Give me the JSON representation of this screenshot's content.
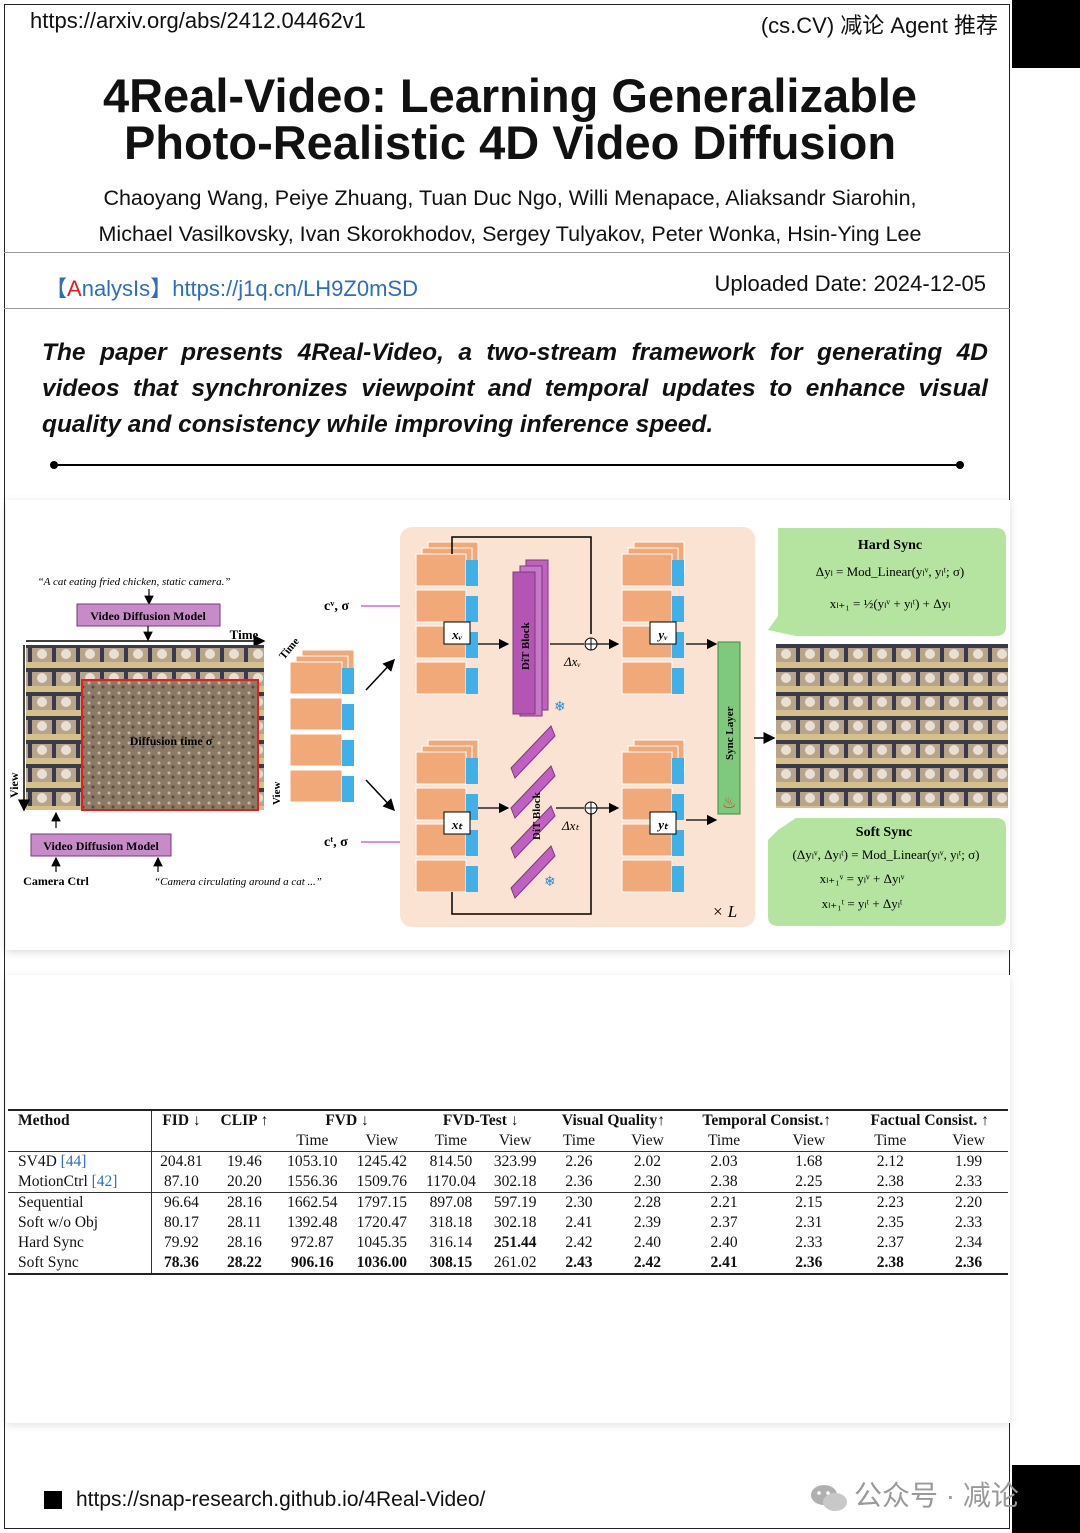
{
  "header": {
    "url": "https://arxiv.org/abs/2412.04462v1",
    "category": "(cs.CV) 减论 Agent 推荐"
  },
  "title_line1": "4Real-Video: Learning Generalizable",
  "title_line2": "Photo-Realistic 4D Video Diffusion",
  "authors_line1": "Chaoyang Wang, Peiye Zhuang, Tuan Duc Ngo, Willi Menapace, Aliaksandr Siarohin,",
  "authors_line2": "Michael Vasilkovsky, Ivan Skorokhodov, Sergey Tulyakov, Peter Wonka, Hsin-Ying Lee",
  "analysis": {
    "open": "【",
    "a": "A",
    "rest": "nalysIs",
    "close": "】",
    "link": "https://j1q.cn/LH9Z0mSD"
  },
  "uploaded": "Uploaded Date: 2024-12-05",
  "summary": "The paper presents 4Real-Video, a two-stream framework for generating 4D videos that synchronizes viewpoint and temporal updates to enhance visual quality and consistency while improving inference speed.",
  "figure": {
    "prompt_top": "“A cat eating fried chicken, static camera.”",
    "vdm_top": "Video Diffusion Model",
    "time": "Time",
    "diffusion_time": "Diffusion time σ",
    "view": "View",
    "vdm_bottom": "Video Diffusion Model",
    "camera_ctrl": "Camera Ctrl",
    "prompt_bottom": "“Camera circulating around a cat ...”",
    "cv_sigma": "cᵛ, σ",
    "ct_sigma": "cᵗ, σ",
    "dit_block": "DiT Block",
    "sync_layer": "Sync Layer",
    "x_v": "xᵥ",
    "x_t": "xₜ",
    "times_L": "× L",
    "hard_sync_title": "Hard Sync",
    "hard_sync_eq1": "Δyₗ = Mod_Linear(yₗᵛ, yₗᵗ; σ)",
    "hard_sync_eq2": "xₗ₊₁ = ½(yₗᵛ + yₗᵗ) + Δyₗ",
    "soft_sync_title": "Soft Sync",
    "soft_sync_eq1": "(Δyₗᵛ, Δyₗᵗ) = Mod_Linear(yₗᵛ, yₗᵗ; σ)",
    "soft_sync_eq2": "xₗ₊₁ᵛ = yₗᵛ + Δyₗᵛ",
    "soft_sync_eq3": "xₗ₊₁ᵗ = yₗᵗ + Δyₗᵗ"
  },
  "table": {
    "headers": [
      "Method",
      "FID ↓",
      "CLIP ↑",
      "FVD ↓",
      "FVD-Test ↓",
      "Visual Quality↑",
      "Temporal Consist.↑",
      "Factual Consist. ↑"
    ],
    "sub": [
      "Time",
      "View",
      "Time",
      "View",
      "Time",
      "View",
      "Time",
      "View",
      "Time",
      "View"
    ],
    "rows": [
      {
        "method": "SV4D",
        "cite": "[44]",
        "vals": [
          "204.81",
          "19.46",
          "1053.10",
          "1245.42",
          "814.50",
          "323.99",
          "2.26",
          "2.02",
          "2.03",
          "1.68",
          "2.12",
          "1.99"
        ]
      },
      {
        "method": "MotionCtrl",
        "cite": "[42]",
        "vals": [
          "87.10",
          "20.20",
          "1556.36",
          "1509.76",
          "1170.04",
          "302.18",
          "2.36",
          "2.30",
          "2.38",
          "2.25",
          "2.38",
          "2.33"
        ]
      },
      {
        "method": "Sequential",
        "cite": "",
        "vals": [
          "96.64",
          "28.16",
          "1662.54",
          "1797.15",
          "897.08",
          "597.19",
          "2.30",
          "2.28",
          "2.21",
          "2.15",
          "2.23",
          "2.20"
        ]
      },
      {
        "method": "Soft w/o Obj",
        "cite": "",
        "vals": [
          "80.17",
          "28.11",
          "1392.48",
          "1720.47",
          "318.18",
          "302.18",
          "2.41",
          "2.39",
          "2.37",
          "2.31",
          "2.35",
          "2.33"
        ]
      },
      {
        "method": "Hard Sync",
        "cite": "",
        "vals": [
          "79.92",
          "28.16",
          "972.87",
          "1045.35",
          "316.14",
          "251.44",
          "2.42",
          "2.40",
          "2.40",
          "2.33",
          "2.37",
          "2.34"
        ]
      },
      {
        "method": "Soft Sync",
        "cite": "",
        "vals": [
          "78.36",
          "28.22",
          "906.16",
          "1036.00",
          "308.15",
          "261.02",
          "2.43",
          "2.42",
          "2.41",
          "2.36",
          "2.38",
          "2.36"
        ]
      }
    ]
  },
  "footer": {
    "url": "https://snap-research.github.io/4Real-Video/",
    "watermark": "公众号 · 减论"
  }
}
